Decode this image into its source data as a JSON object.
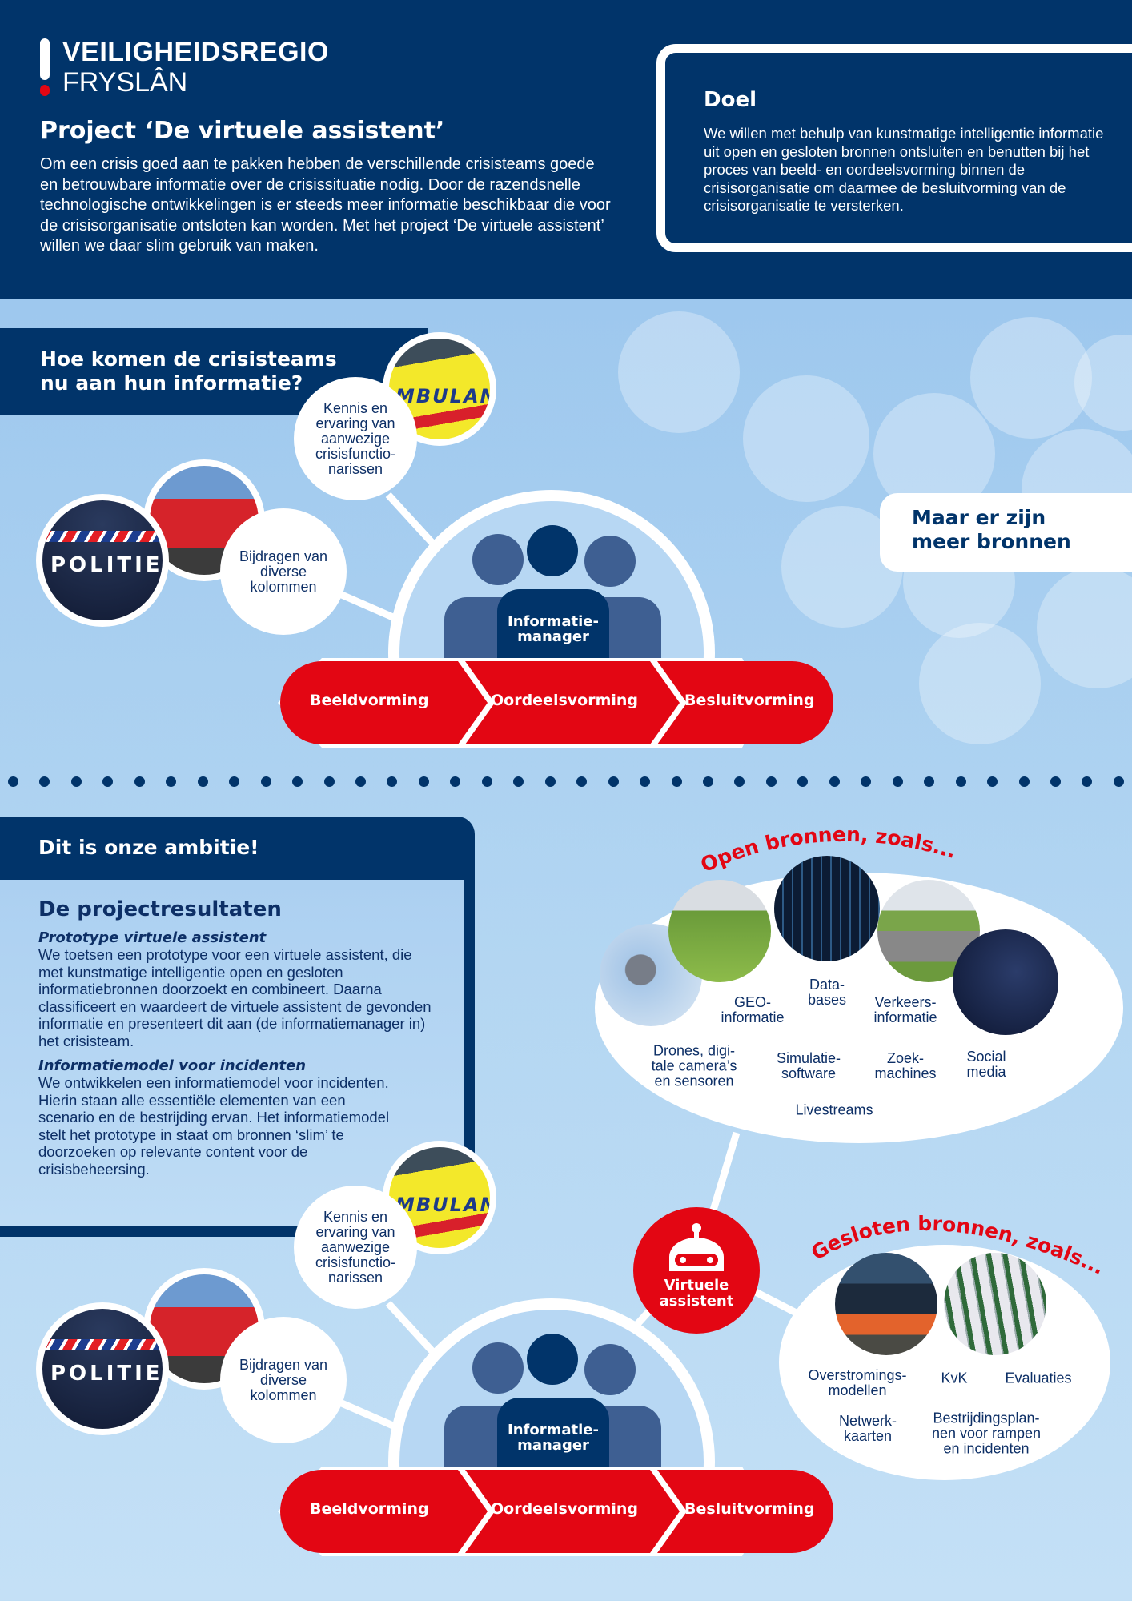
{
  "header": {
    "logo_line1": "VEILIGHEIDSREGIO",
    "logo_line2": "FRYSLÂN",
    "title": "Project ‘De virtuele assistent’",
    "intro": "Om een crisis goed aan te pakken hebben de verschillende crisisteams goede en betrouwbare informatie over de crisissituatie nodig. Door de razendsnelle technologische ontwikkelingen is er steeds meer informatie beschikbaar die voor de crisisorganisatie ontsloten kan worden. Met het project ‘De virtuele assistent’ willen we daar slim gebruik van maken."
  },
  "goal": {
    "title": "Doel",
    "text": "We willen met behulp van kunstmatige intelligentie informatie uit open en gesloten bronnen ontsluiten en benutten bij het proces van beeld- en oordeelsvorming binnen de crisisorganisatie om daarmee de besluitvorming van de crisisorganisatie te versterken."
  },
  "current": {
    "heading": "Hoe komen de crisisteams nu aan hun informatie?",
    "more_sources": "Maar er zijn meer bronnen"
  },
  "diagram": {
    "knowledge": "Kennis en ervaring van aanwezige crisisfunctio-narissen",
    "contributions": "Bijdragen van diverse kolommen",
    "manager": "Informatie-manager",
    "photo_ambulance_text": "MBULANC",
    "photo_police_text": "POLITIE",
    "steps": [
      "Beeldvorming",
      "Oordeelsvorming",
      "Besluitvorming"
    ]
  },
  "ambition": {
    "heading": "Dit is onze ambitie!",
    "results_title": "De projectresultaten",
    "items": [
      {
        "title": "Prototype virtuele assistent",
        "text": "We toetsen een prototype voor een virtuele assistent, die met kunstmatige intelligentie open en gesloten informatiebronnen doorzoekt en combineert. Daarna classificeert en waardeert de virtuele assistent de gevonden informatie en presenteert dit aan (de informatiemanager in) het crisisteam."
      },
      {
        "title": "Informatiemodel voor incidenten",
        "text": "We ontwikkelen een informatiemodel voor incidenten. Hierin staan alle essentiële elementen van een scenario en de bestrijding ervan. Het informatiemodel stelt het prototype in staat om bronnen ‘slim’ te doorzoeken op relevante content voor de crisisbeheersing."
      }
    ]
  },
  "open_sources": {
    "title": "Open bronnen, zoals...",
    "labels": [
      "GEO-\ninformatie",
      "Data-\nbases",
      "Verkeers-\ninformatie",
      "Drones, digi-\ntale camera’s\nen sensoren",
      "Simulatie-\nsoftware",
      "Zoek-\nmachines",
      "Social\nmedia",
      "Livestreams"
    ]
  },
  "assistant": {
    "label": "Virtuele assistent"
  },
  "closed_sources": {
    "title": "Gesloten bronnen, zoals...",
    "labels": [
      "Overstromings-\nmodellen",
      "KvK",
      "Evaluaties",
      "Netwerk-\nkaarten",
      "Bestrijdingsplan-\nnen voor rampen\nen incidenten"
    ]
  },
  "colors": {
    "navy": "#01346a",
    "red": "#e30613",
    "light_blue": "#a8cdee"
  }
}
